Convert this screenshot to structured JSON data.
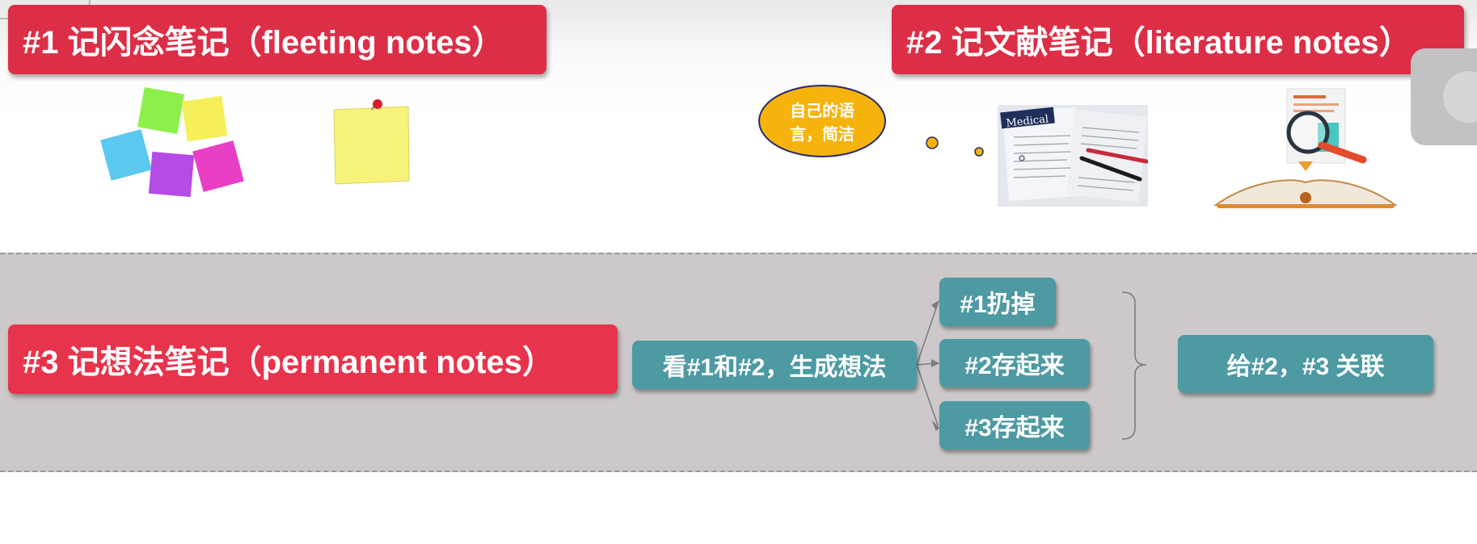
{
  "banners": {
    "fleeting": "#1 记闪念笔记（fleeting notes）",
    "literature": "#2 记文献笔记（literature notes）",
    "permanent": "#3 记想法笔记（permanent notes）"
  },
  "thought_bubble": {
    "line1": "自己的语",
    "line2": "言，简洁"
  },
  "journal_label": "Medical",
  "flow": {
    "source": "看#1和#2，生成想法",
    "discard": "#1扔掉",
    "store2": "#2存起来",
    "store3": "#3存起来",
    "link": "给#2，#3 关联"
  },
  "icons": {
    "sticky_notes": "sticky-notes-cluster-icon",
    "pinned_note": "pinned-sticky-note-icon",
    "papers": "medical-papers-with-pens-icon",
    "book": "open-book-with-magnifier-icon"
  },
  "colors": {
    "banner_red": "#dc2f47",
    "box_teal": "#4d9aa3",
    "band_gray": "#cdc9ca",
    "bubble_yellow": "#f5b30c"
  }
}
